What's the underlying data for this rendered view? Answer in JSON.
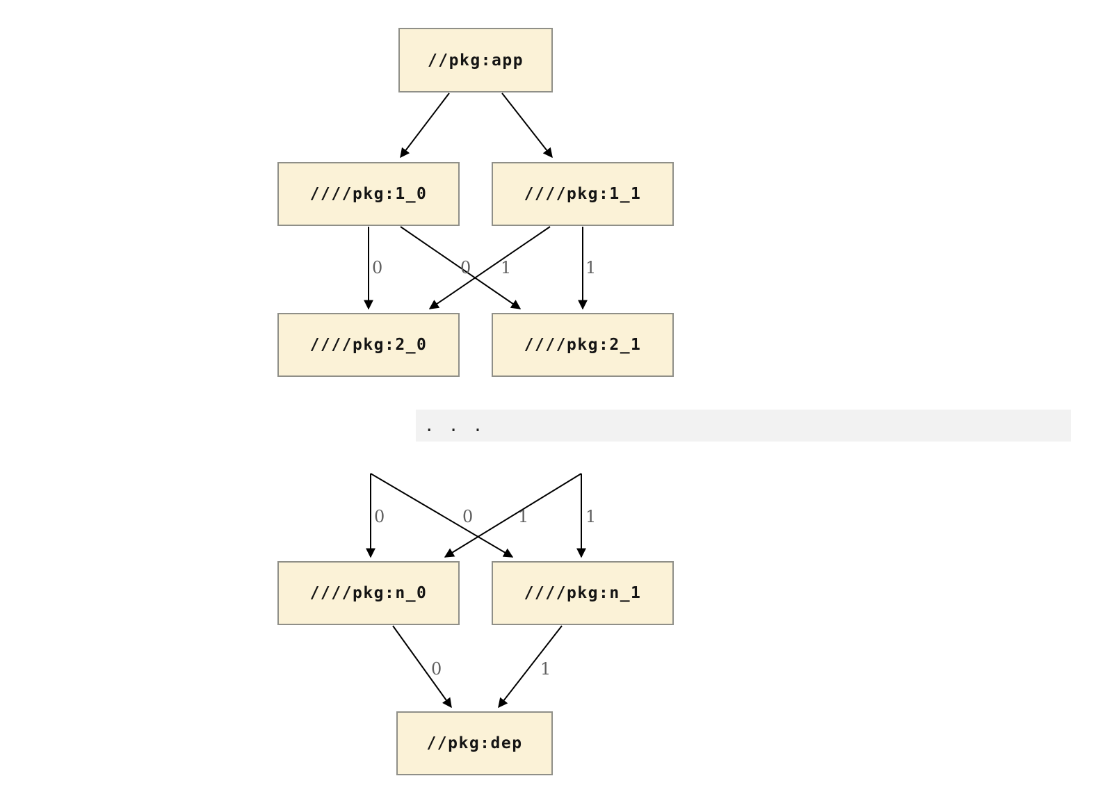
{
  "diagram": {
    "kind": "package-dependency-graph",
    "nodes": {
      "app": {
        "label": "//pkg:app"
      },
      "l1_0": {
        "label": "////pkg:1_0"
      },
      "l1_1": {
        "label": "////pkg:1_1"
      },
      "l2_0": {
        "label": "////pkg:2_0"
      },
      "l2_1": {
        "label": "////pkg:2_1"
      },
      "ln_0": {
        "label": "////pkg:n_0"
      },
      "ln_1": {
        "label": "////pkg:n_1"
      },
      "dep": {
        "label": "//pkg:dep"
      }
    },
    "ellipsis_text": ". . .",
    "edge_labels": {
      "l1_0_to_l2_0": "0",
      "l1_1_to_l2_0": "0",
      "l1_0_to_l2_1": "1",
      "l1_1_to_l2_1": "1",
      "upper_to_n_0": "0",
      "cross_to_n_0": "0",
      "cross_to_n_1": "1",
      "upper_to_n_1": "1",
      "n_0_to_dep": "0",
      "n_1_to_dep": "1"
    },
    "colors": {
      "node_fill": "#FBF2D7",
      "node_border": "#8F8F88",
      "edge": "#000000",
      "edge_label": "#5F5F5F",
      "band_background": "#F2F2F2",
      "page_background": "#FFFFFF"
    }
  }
}
